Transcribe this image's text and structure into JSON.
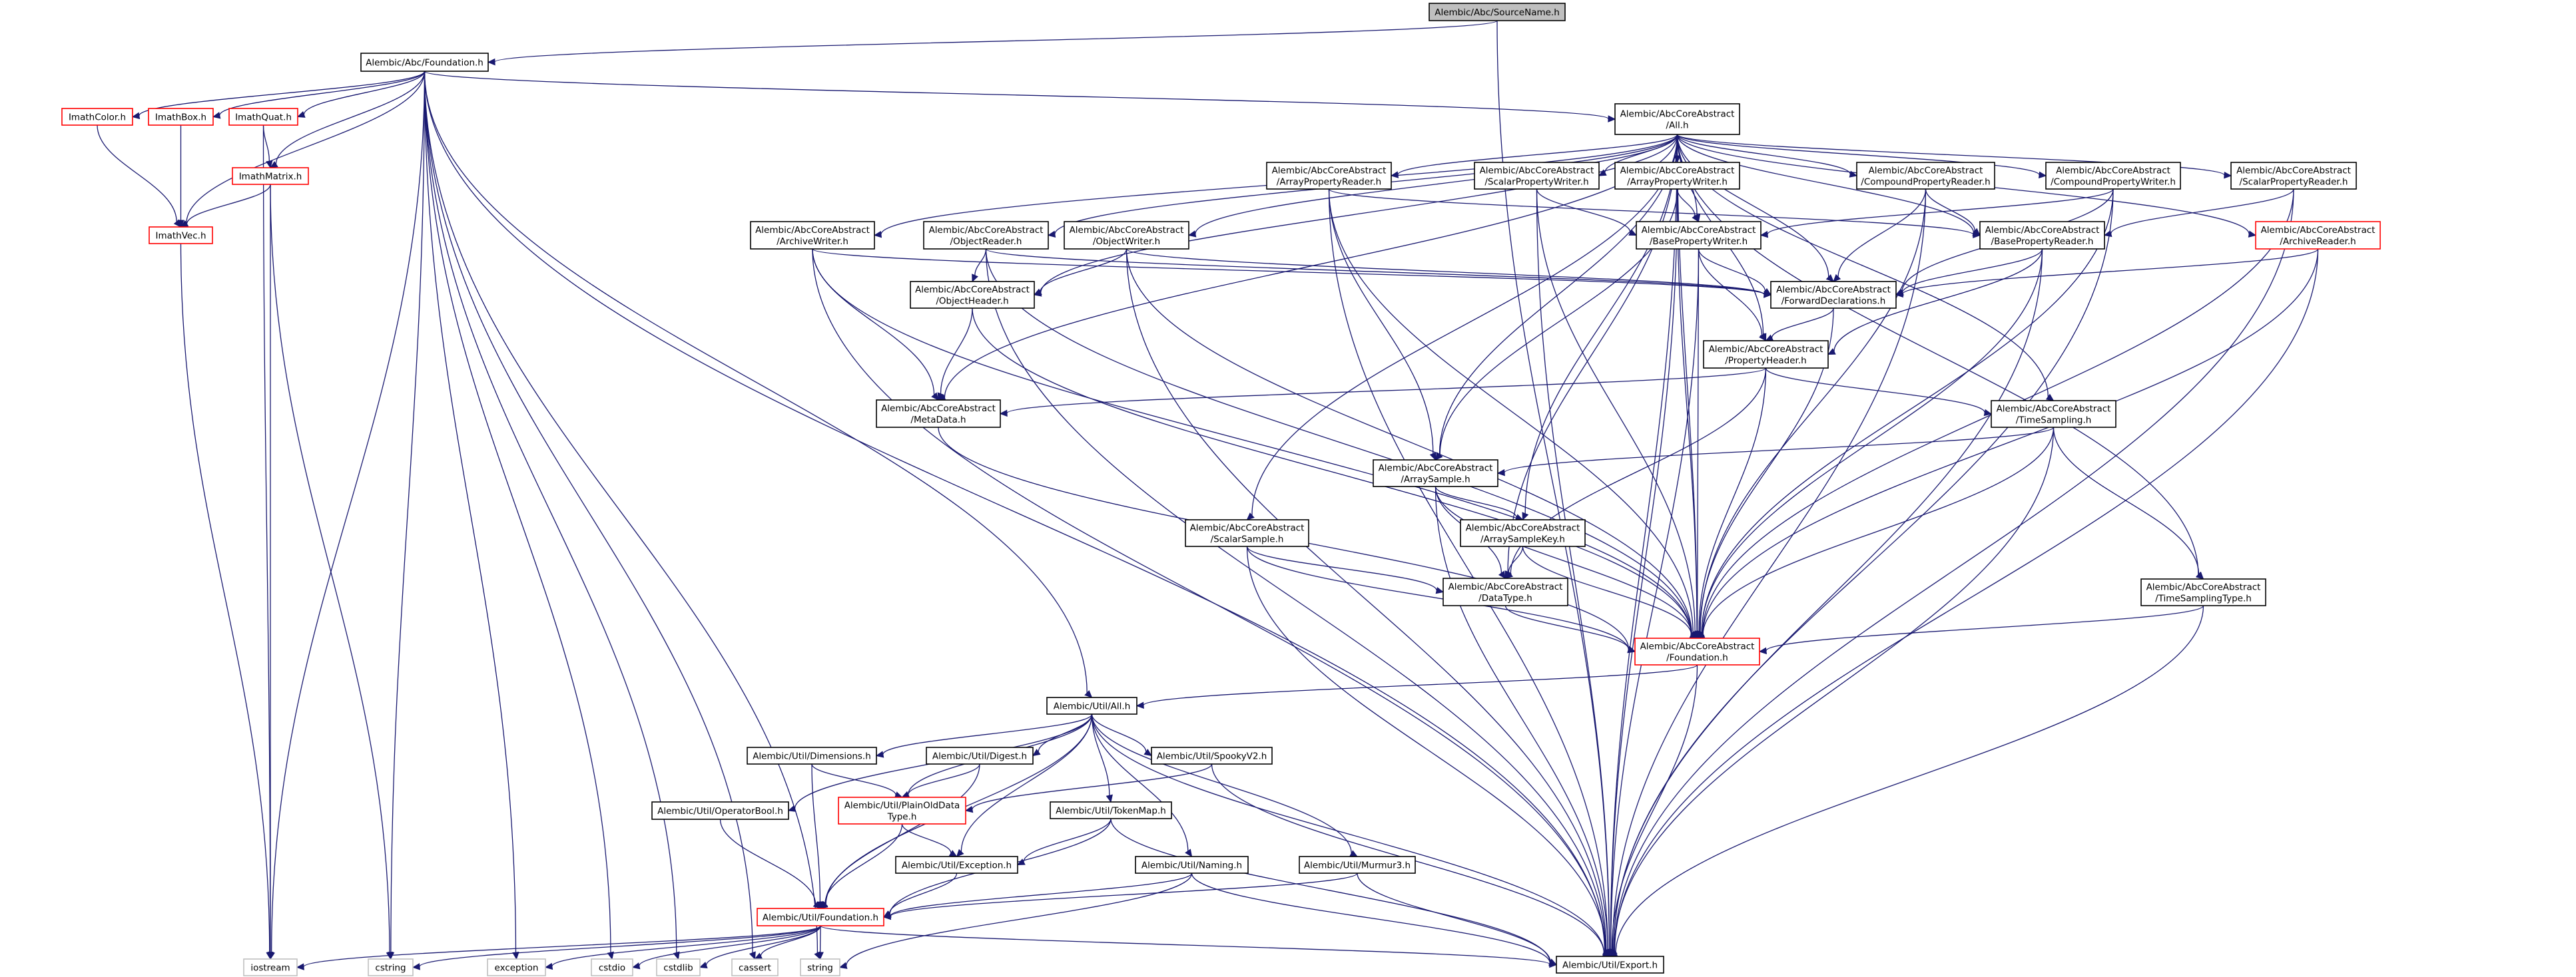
{
  "title": "Alembic/Abc/SourceName.h include dependency graph",
  "colors": {
    "edge": "#191970",
    "focus_fill": "#bfbfbf",
    "normal_border": "#000000",
    "incomplete_border": "#ff0000",
    "system_border": "#bfbfbf"
  },
  "nodes": [
    {
      "id": "SourceName",
      "lines": [
        "Alembic/Abc/SourceName.h"
      ],
      "kind": "focus"
    },
    {
      "id": "AbcFoundation",
      "lines": [
        "Alembic/Abc/Foundation.h"
      ],
      "kind": "normal"
    },
    {
      "id": "ImathColor",
      "lines": [
        "ImathColor.h"
      ],
      "kind": "incomplete"
    },
    {
      "id": "ImathBox",
      "lines": [
        "ImathBox.h"
      ],
      "kind": "incomplete"
    },
    {
      "id": "ImathQuat",
      "lines": [
        "ImathQuat.h"
      ],
      "kind": "incomplete"
    },
    {
      "id": "ImathMatrix",
      "lines": [
        "ImathMatrix.h"
      ],
      "kind": "incomplete"
    },
    {
      "id": "ImathVec",
      "lines": [
        "ImathVec.h"
      ],
      "kind": "incomplete"
    },
    {
      "id": "CoreAll",
      "lines": [
        "Alembic/AbcCoreAbstract",
        "/All.h"
      ],
      "kind": "normal"
    },
    {
      "id": "ArchiveWriter",
      "lines": [
        "Alembic/AbcCoreAbstract",
        "/ArchiveWriter.h"
      ],
      "kind": "normal"
    },
    {
      "id": "ObjectReader",
      "lines": [
        "Alembic/AbcCoreAbstract",
        "/ObjectReader.h"
      ],
      "kind": "normal"
    },
    {
      "id": "ObjectWriter",
      "lines": [
        "Alembic/AbcCoreAbstract",
        "/ObjectWriter.h"
      ],
      "kind": "normal"
    },
    {
      "id": "ArrayPropertyReader",
      "lines": [
        "Alembic/AbcCoreAbstract",
        "/ArrayPropertyReader.h"
      ],
      "kind": "normal"
    },
    {
      "id": "ScalarPropertyWriter",
      "lines": [
        "Alembic/AbcCoreAbstract",
        "/ScalarPropertyWriter.h"
      ],
      "kind": "normal"
    },
    {
      "id": "ArrayPropertyWriter",
      "lines": [
        "Alembic/AbcCoreAbstract",
        "/ArrayPropertyWriter.h"
      ],
      "kind": "normal"
    },
    {
      "id": "CompoundPropertyReader",
      "lines": [
        "Alembic/AbcCoreAbstract",
        "/CompoundPropertyReader.h"
      ],
      "kind": "normal"
    },
    {
      "id": "CompoundPropertyWriter",
      "lines": [
        "Alembic/AbcCoreAbstract",
        "/CompoundPropertyWriter.h"
      ],
      "kind": "normal"
    },
    {
      "id": "ScalarPropertyReader",
      "lines": [
        "Alembic/AbcCoreAbstract",
        "/ScalarPropertyReader.h"
      ],
      "kind": "normal"
    },
    {
      "id": "ArchiveReader",
      "lines": [
        "Alembic/AbcCoreAbstract",
        "/ArchiveReader.h"
      ],
      "kind": "incomplete"
    },
    {
      "id": "BasePropertyWriter",
      "lines": [
        "Alembic/AbcCoreAbstract",
        "/BasePropertyWriter.h"
      ],
      "kind": "normal"
    },
    {
      "id": "BasePropertyReader",
      "lines": [
        "Alembic/AbcCoreAbstract",
        "/BasePropertyReader.h"
      ],
      "kind": "normal"
    },
    {
      "id": "ObjectHeader",
      "lines": [
        "Alembic/AbcCoreAbstract",
        "/ObjectHeader.h"
      ],
      "kind": "normal"
    },
    {
      "id": "ForwardDeclarations",
      "lines": [
        "Alembic/AbcCoreAbstract",
        "/ForwardDeclarations.h"
      ],
      "kind": "normal"
    },
    {
      "id": "PropertyHeader",
      "lines": [
        "Alembic/AbcCoreAbstract",
        "/PropertyHeader.h"
      ],
      "kind": "normal"
    },
    {
      "id": "MetaData",
      "lines": [
        "Alembic/AbcCoreAbstract",
        "/MetaData.h"
      ],
      "kind": "normal"
    },
    {
      "id": "TimeSampling",
      "lines": [
        "Alembic/AbcCoreAbstract",
        "/TimeSampling.h"
      ],
      "kind": "normal"
    },
    {
      "id": "ArraySample",
      "lines": [
        "Alembic/AbcCoreAbstract",
        "/ArraySample.h"
      ],
      "kind": "normal"
    },
    {
      "id": "ScalarSample",
      "lines": [
        "Alembic/AbcCoreAbstract",
        "/ScalarSample.h"
      ],
      "kind": "normal"
    },
    {
      "id": "ArraySampleKey",
      "lines": [
        "Alembic/AbcCoreAbstract",
        "/ArraySampleKey.h"
      ],
      "kind": "normal"
    },
    {
      "id": "DataType",
      "lines": [
        "Alembic/AbcCoreAbstract",
        "/DataType.h"
      ],
      "kind": "normal"
    },
    {
      "id": "TimeSamplingType",
      "lines": [
        "Alembic/AbcCoreAbstract",
        "/TimeSamplingType.h"
      ],
      "kind": "normal"
    },
    {
      "id": "CoreFoundation",
      "lines": [
        "Alembic/AbcCoreAbstract",
        "/Foundation.h"
      ],
      "kind": "incomplete"
    },
    {
      "id": "UtilAll",
      "lines": [
        "Alembic/Util/All.h"
      ],
      "kind": "normal"
    },
    {
      "id": "Dimensions",
      "lines": [
        "Alembic/Util/Dimensions.h"
      ],
      "kind": "normal"
    },
    {
      "id": "Digest",
      "lines": [
        "Alembic/Util/Digest.h"
      ],
      "kind": "normal"
    },
    {
      "id": "SpookyV2",
      "lines": [
        "Alembic/Util/SpookyV2.h"
      ],
      "kind": "normal"
    },
    {
      "id": "OperatorBool",
      "lines": [
        "Alembic/Util/OperatorBool.h"
      ],
      "kind": "normal"
    },
    {
      "id": "PlainOldDataType",
      "lines": [
        "Alembic/Util/PlainOldData",
        "Type.h"
      ],
      "kind": "incomplete"
    },
    {
      "id": "TokenMap",
      "lines": [
        "Alembic/Util/TokenMap.h"
      ],
      "kind": "normal"
    },
    {
      "id": "Exception",
      "lines": [
        "Alembic/Util/Exception.h"
      ],
      "kind": "normal"
    },
    {
      "id": "Naming",
      "lines": [
        "Alembic/Util/Naming.h"
      ],
      "kind": "normal"
    },
    {
      "id": "Murmur3",
      "lines": [
        "Alembic/Util/Murmur3.h"
      ],
      "kind": "normal"
    },
    {
      "id": "UtilFoundation",
      "lines": [
        "Alembic/Util/Foundation.h"
      ],
      "kind": "incomplete"
    },
    {
      "id": "iostream",
      "lines": [
        "iostream"
      ],
      "kind": "system"
    },
    {
      "id": "cstring",
      "lines": [
        "cstring"
      ],
      "kind": "system"
    },
    {
      "id": "exception",
      "lines": [
        "exception"
      ],
      "kind": "system"
    },
    {
      "id": "cstdio",
      "lines": [
        "cstdio"
      ],
      "kind": "system"
    },
    {
      "id": "cstdlib",
      "lines": [
        "cstdlib"
      ],
      "kind": "system"
    },
    {
      "id": "cassert",
      "lines": [
        "cassert"
      ],
      "kind": "system"
    },
    {
      "id": "string",
      "lines": [
        "string"
      ],
      "kind": "system"
    },
    {
      "id": "Export",
      "lines": [
        "Alembic/Util/Export.h"
      ],
      "kind": "normal"
    }
  ],
  "edges": [
    [
      "SourceName",
      "AbcFoundation"
    ],
    [
      "SourceName",
      "Export"
    ],
    [
      "AbcFoundation",
      "CoreAll"
    ],
    [
      "AbcFoundation",
      "UtilAll"
    ],
    [
      "AbcFoundation",
      "ImathColor"
    ],
    [
      "AbcFoundation",
      "ImathBox"
    ],
    [
      "AbcFoundation",
      "ImathQuat"
    ],
    [
      "AbcFoundation",
      "ImathMatrix"
    ],
    [
      "AbcFoundation",
      "ImathVec"
    ],
    [
      "AbcFoundation",
      "iostream"
    ],
    [
      "AbcFoundation",
      "cstring"
    ],
    [
      "AbcFoundation",
      "exception"
    ],
    [
      "AbcFoundation",
      "cstdio"
    ],
    [
      "AbcFoundation",
      "cstdlib"
    ],
    [
      "AbcFoundation",
      "cassert"
    ],
    [
      "AbcFoundation",
      "string"
    ],
    [
      "AbcFoundation",
      "Export"
    ],
    [
      "ImathColor",
      "ImathVec"
    ],
    [
      "ImathBox",
      "ImathVec"
    ],
    [
      "ImathQuat",
      "ImathMatrix"
    ],
    [
      "ImathQuat",
      "iostream"
    ],
    [
      "ImathMatrix",
      "ImathVec"
    ],
    [
      "ImathMatrix",
      "iostream"
    ],
    [
      "ImathMatrix",
      "cstring"
    ],
    [
      "ImathVec",
      "iostream"
    ],
    [
      "CoreAll",
      "ArchiveWriter"
    ],
    [
      "CoreAll",
      "ObjectReader"
    ],
    [
      "CoreAll",
      "ObjectWriter"
    ],
    [
      "CoreAll",
      "ArrayPropertyReader"
    ],
    [
      "CoreAll",
      "ScalarPropertyWriter"
    ],
    [
      "CoreAll",
      "ArrayPropertyWriter"
    ],
    [
      "CoreAll",
      "CompoundPropertyReader"
    ],
    [
      "CoreAll",
      "CompoundPropertyWriter"
    ],
    [
      "CoreAll",
      "ScalarPropertyReader"
    ],
    [
      "CoreAll",
      "ArchiveReader"
    ],
    [
      "CoreAll",
      "BasePropertyWriter"
    ],
    [
      "CoreAll",
      "BasePropertyReader"
    ],
    [
      "CoreAll",
      "ObjectHeader"
    ],
    [
      "CoreAll",
      "ForwardDeclarations"
    ],
    [
      "CoreAll",
      "PropertyHeader"
    ],
    [
      "CoreAll",
      "MetaData"
    ],
    [
      "CoreAll",
      "TimeSampling"
    ],
    [
      "CoreAll",
      "ArraySample"
    ],
    [
      "CoreAll",
      "ScalarSample"
    ],
    [
      "CoreAll",
      "ArraySampleKey"
    ],
    [
      "CoreAll",
      "DataType"
    ],
    [
      "CoreAll",
      "TimeSamplingType"
    ],
    [
      "CoreAll",
      "CoreFoundation"
    ],
    [
      "CoreAll",
      "Export"
    ],
    [
      "ArchiveWriter",
      "ForwardDeclarations"
    ],
    [
      "ArchiveWriter",
      "MetaData"
    ],
    [
      "ArchiveWriter",
      "CoreFoundation"
    ],
    [
      "ArchiveWriter",
      "Export"
    ],
    [
      "ObjectReader",
      "ObjectHeader"
    ],
    [
      "ObjectReader",
      "ForwardDeclarations"
    ],
    [
      "ObjectReader",
      "CoreFoundation"
    ],
    [
      "ObjectReader",
      "Export"
    ],
    [
      "ObjectWriter",
      "ObjectHeader"
    ],
    [
      "ObjectWriter",
      "ForwardDeclarations"
    ],
    [
      "ObjectWriter",
      "CoreFoundation"
    ],
    [
      "ObjectWriter",
      "Export"
    ],
    [
      "ArrayPropertyReader",
      "BasePropertyReader"
    ],
    [
      "ArrayPropertyReader",
      "ArraySample"
    ],
    [
      "ArrayPropertyReader",
      "CoreFoundation"
    ],
    [
      "ArrayPropertyReader",
      "Export"
    ],
    [
      "ScalarPropertyWriter",
      "BasePropertyWriter"
    ],
    [
      "ScalarPropertyWriter",
      "CoreFoundation"
    ],
    [
      "ScalarPropertyWriter",
      "Export"
    ],
    [
      "ArrayPropertyWriter",
      "BasePropertyWriter"
    ],
    [
      "ArrayPropertyWriter",
      "ArraySample"
    ],
    [
      "ArrayPropertyWriter",
      "CoreFoundation"
    ],
    [
      "ArrayPropertyWriter",
      "Export"
    ],
    [
      "CompoundPropertyReader",
      "BasePropertyReader"
    ],
    [
      "CompoundPropertyReader",
      "ForwardDeclarations"
    ],
    [
      "CompoundPropertyReader",
      "CoreFoundation"
    ],
    [
      "CompoundPropertyReader",
      "Export"
    ],
    [
      "CompoundPropertyWriter",
      "BasePropertyWriter"
    ],
    [
      "CompoundPropertyWriter",
      "ForwardDeclarations"
    ],
    [
      "CompoundPropertyWriter",
      "CoreFoundation"
    ],
    [
      "CompoundPropertyWriter",
      "Export"
    ],
    [
      "ScalarPropertyReader",
      "BasePropertyReader"
    ],
    [
      "ScalarPropertyReader",
      "CoreFoundation"
    ],
    [
      "ScalarPropertyReader",
      "Export"
    ],
    [
      "ArchiveReader",
      "ForwardDeclarations"
    ],
    [
      "ArchiveReader",
      "CoreFoundation"
    ],
    [
      "ArchiveReader",
      "Export"
    ],
    [
      "BasePropertyWriter",
      "ForwardDeclarations"
    ],
    [
      "BasePropertyWriter",
      "PropertyHeader"
    ],
    [
      "BasePropertyWriter",
      "CoreFoundation"
    ],
    [
      "BasePropertyWriter",
      "Export"
    ],
    [
      "BasePropertyReader",
      "ForwardDeclarations"
    ],
    [
      "BasePropertyReader",
      "PropertyHeader"
    ],
    [
      "BasePropertyReader",
      "CoreFoundation"
    ],
    [
      "BasePropertyReader",
      "Export"
    ],
    [
      "ObjectHeader",
      "MetaData"
    ],
    [
      "ObjectHeader",
      "CoreFoundation"
    ],
    [
      "ForwardDeclarations",
      "PropertyHeader"
    ],
    [
      "ForwardDeclarations",
      "CoreFoundation"
    ],
    [
      "PropertyHeader",
      "MetaData"
    ],
    [
      "PropertyHeader",
      "TimeSampling"
    ],
    [
      "PropertyHeader",
      "DataType"
    ],
    [
      "PropertyHeader",
      "CoreFoundation"
    ],
    [
      "MetaData",
      "CoreFoundation"
    ],
    [
      "TimeSampling",
      "ArraySample"
    ],
    [
      "TimeSampling",
      "TimeSamplingType"
    ],
    [
      "TimeSampling",
      "CoreFoundation"
    ],
    [
      "TimeSampling",
      "Export"
    ],
    [
      "ArraySample",
      "ArraySampleKey"
    ],
    [
      "ArraySample",
      "DataType"
    ],
    [
      "ArraySample",
      "CoreFoundation"
    ],
    [
      "ArraySample",
      "Export"
    ],
    [
      "ScalarSample",
      "DataType"
    ],
    [
      "ScalarSample",
      "CoreFoundation"
    ],
    [
      "ScalarSample",
      "Export"
    ],
    [
      "ArraySampleKey",
      "DataType"
    ],
    [
      "ArraySampleKey",
      "CoreFoundation"
    ],
    [
      "DataType",
      "CoreFoundation"
    ],
    [
      "TimeSamplingType",
      "CoreFoundation"
    ],
    [
      "TimeSamplingType",
      "Export"
    ],
    [
      "CoreFoundation",
      "UtilAll"
    ],
    [
      "CoreFoundation",
      "Export"
    ],
    [
      "UtilAll",
      "Dimensions"
    ],
    [
      "UtilAll",
      "Digest"
    ],
    [
      "UtilAll",
      "SpookyV2"
    ],
    [
      "UtilAll",
      "OperatorBool"
    ],
    [
      "UtilAll",
      "PlainOldDataType"
    ],
    [
      "UtilAll",
      "TokenMap"
    ],
    [
      "UtilAll",
      "Exception"
    ],
    [
      "UtilAll",
      "Naming"
    ],
    [
      "UtilAll",
      "Murmur3"
    ],
    [
      "UtilAll",
      "UtilFoundation"
    ],
    [
      "UtilAll",
      "Export"
    ],
    [
      "Dimensions",
      "PlainOldDataType"
    ],
    [
      "Dimensions",
      "UtilFoundation"
    ],
    [
      "Digest",
      "PlainOldDataType"
    ],
    [
      "Digest",
      "UtilFoundation"
    ],
    [
      "SpookyV2",
      "PlainOldDataType"
    ],
    [
      "SpookyV2",
      "Export"
    ],
    [
      "OperatorBool",
      "UtilFoundation"
    ],
    [
      "PlainOldDataType",
      "Exception"
    ],
    [
      "PlainOldDataType",
      "UtilFoundation"
    ],
    [
      "TokenMap",
      "Exception"
    ],
    [
      "TokenMap",
      "UtilFoundation"
    ],
    [
      "TokenMap",
      "Export"
    ],
    [
      "Exception",
      "UtilFoundation"
    ],
    [
      "Naming",
      "UtilFoundation"
    ],
    [
      "Naming",
      "string"
    ],
    [
      "Naming",
      "Export"
    ],
    [
      "Murmur3",
      "UtilFoundation"
    ],
    [
      "Murmur3",
      "Export"
    ],
    [
      "UtilFoundation",
      "iostream"
    ],
    [
      "UtilFoundation",
      "cstring"
    ],
    [
      "UtilFoundation",
      "exception"
    ],
    [
      "UtilFoundation",
      "cstdio"
    ],
    [
      "UtilFoundation",
      "cstdlib"
    ],
    [
      "UtilFoundation",
      "cassert"
    ],
    [
      "UtilFoundation",
      "string"
    ],
    [
      "UtilFoundation",
      "Export"
    ]
  ]
}
